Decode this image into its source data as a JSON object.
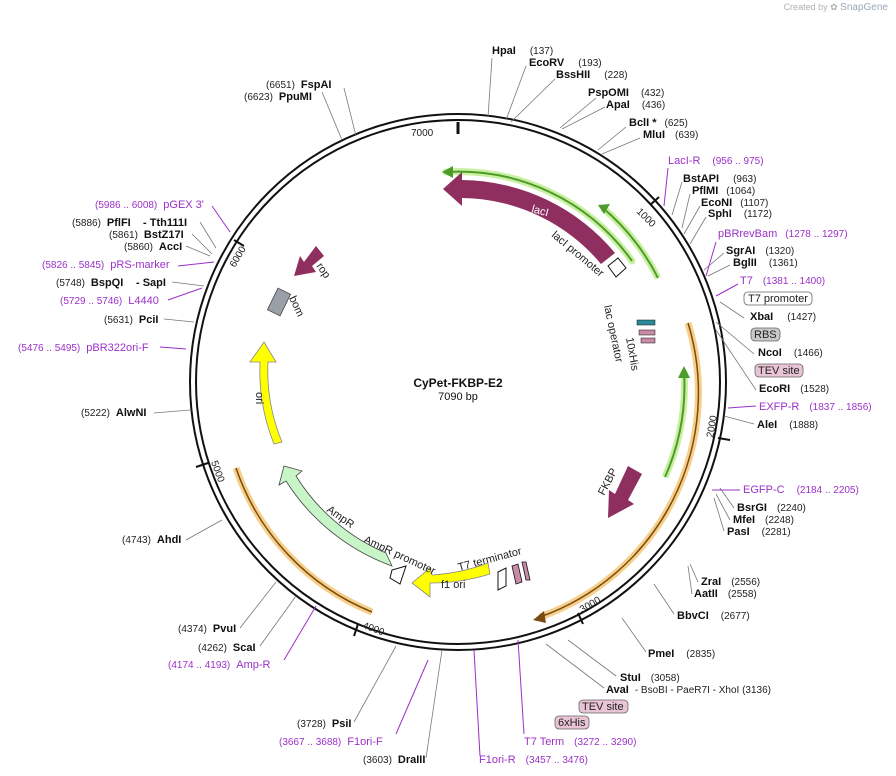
{
  "watermark": {
    "created_by": "Created by",
    "brand": "SnapGene"
  },
  "plasmid": {
    "name": "CyPet-FKBP-E2",
    "size": "7090 bp"
  },
  "ticks": [
    "1000",
    "2000",
    "3000",
    "4000",
    "5000",
    "6000",
    "7000"
  ],
  "enzymes": [
    {
      "name": "HpaI",
      "pos": "(137)"
    },
    {
      "name": "EcoRV",
      "pos": "(193)"
    },
    {
      "name": "BssHII",
      "pos": "(228)"
    },
    {
      "name": "PspOMI",
      "pos": "(432)"
    },
    {
      "name": "ApaI",
      "pos": "(436)"
    },
    {
      "name": "BclI *",
      "pos": "(625)"
    },
    {
      "name": "MluI",
      "pos": "(639)"
    },
    {
      "name": "BstAPI",
      "pos": "(963)"
    },
    {
      "name": "PflMI",
      "pos": "(1064)"
    },
    {
      "name": "EcoNI",
      "pos": "(1107)"
    },
    {
      "name": "SphI",
      "pos": "(1172)"
    },
    {
      "name": "SgrAI",
      "pos": "(1320)"
    },
    {
      "name": "BglII",
      "pos": "(1361)"
    },
    {
      "name": "XbaI",
      "pos": "(1427)"
    },
    {
      "name": "NcoI",
      "pos": "(1466)"
    },
    {
      "name": "EcoRI",
      "pos": "(1528)"
    },
    {
      "name": "AleI",
      "pos": "(1888)"
    },
    {
      "name": "BsrGI",
      "pos": "(2240)"
    },
    {
      "name": "MfeI",
      "pos": "(2248)"
    },
    {
      "name": "PasI",
      "pos": "(2281)"
    },
    {
      "name": "ZraI",
      "pos": "(2556)"
    },
    {
      "name": "AatII",
      "pos": "(2558)"
    },
    {
      "name": "BbvCI",
      "pos": "(2677)"
    },
    {
      "name": "PmeI",
      "pos": "(2835)"
    },
    {
      "name": "StuI",
      "pos": "(3058)"
    },
    {
      "name": "AvaI",
      "pos": "- BsoBI - PaeR7I - XhoI (3136)"
    },
    {
      "name": "DraIII",
      "pos": "(3603)"
    },
    {
      "name": "PsiI",
      "pos": "(3728)"
    },
    {
      "name": "ScaI",
      "pos": "(4262)"
    },
    {
      "name": "PvuI",
      "pos": "(4374)"
    },
    {
      "name": "AhdI",
      "pos": "(4743)"
    },
    {
      "name": "AlwNI",
      "pos": "(5222)"
    },
    {
      "name": "PciI",
      "pos": "(5631)"
    },
    {
      "name": "BspQI",
      "pos": "- SapI (5748)"
    },
    {
      "name": "AccI",
      "pos": "(5860)"
    },
    {
      "name": "BstZ17I",
      "pos": "(5861)"
    },
    {
      "name": "PflFI",
      "pos": "- Tth111I (5886)"
    },
    {
      "name": "PpuMI",
      "pos": "(6623)"
    },
    {
      "name": "FspAI",
      "pos": "(6651)"
    }
  ],
  "primers": [
    {
      "name": "LacI-R",
      "pos": "(956 .. 975)"
    },
    {
      "name": "pBRrevBam",
      "pos": "(1278 .. 1297)"
    },
    {
      "name": "T7",
      "pos": "(1381 .. 1400)"
    },
    {
      "name": "EXFP-R",
      "pos": "(1837 .. 1856)"
    },
    {
      "name": "EGFP-C",
      "pos": "(2184 .. 2205)"
    },
    {
      "name": "T7 Term",
      "pos": "(3272 .. 3290)"
    },
    {
      "name": "F1ori-R",
      "pos": "(3457 .. 3476)"
    },
    {
      "name": "F1ori-F",
      "pos": "(3667 .. 3688)"
    },
    {
      "name": "Amp-R",
      "pos": "(4174 .. 4193)"
    },
    {
      "name": "pBR322ori-F",
      "pos": "(5476 .. 5495)"
    },
    {
      "name": "L4440",
      "pos": "(5729 .. 5746)"
    },
    {
      "name": "pRS-marker",
      "pos": "(5826 .. 5845)"
    },
    {
      "name": "pGEX 3'",
      "pos": "(5986 .. 6008)"
    }
  ],
  "boxed": {
    "t7_promoter": "T7 promoter",
    "rbs": "RBS",
    "tev1": "TEV site",
    "tev2": "TEV site",
    "his": "6xHis"
  },
  "features": {
    "laci": "lacI",
    "laci_promoter": "lacI promoter",
    "lac_operator": "lac operator",
    "his10": "10xHis",
    "fkbp": "FKBP",
    "t7_terminator": "T7 terminator",
    "f1_ori": "f1 ori",
    "ampr_promoter": "AmpR promoter",
    "ampr": "AmpR",
    "ori": "ori",
    "bom": "bom",
    "rop": "rop"
  },
  "colors": {
    "feature": "#8e2f5f",
    "green": "#4d9b2a",
    "orange": "#e6a23c",
    "yellow": "#ffff00",
    "amp": "#c8f5c8",
    "primer": "#9b30c8"
  }
}
